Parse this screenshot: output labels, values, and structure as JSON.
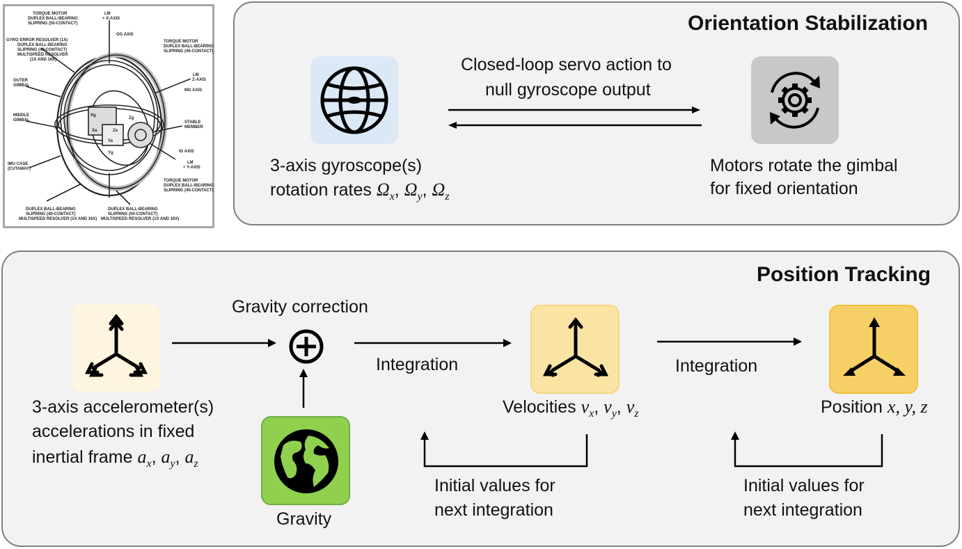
{
  "imu_image": {
    "labels": [
      "TORQUE MOTOR",
      "DUPLEX BALL-BEARING",
      "SLIPRING (50-CONTACT)",
      "LM",
      "+ X-AXIS",
      "OG AXIS",
      "GYRO ERROR RESOLVER (1X)",
      "DUPLEX BALL-BEARING",
      "SLIPRING (40-CONTACT)",
      "MULTISPEED RESOLVER",
      "(1X AND 16X)",
      "OUTER GIMBAL",
      "MIDDLE GIMBAL",
      "IMU CASE (CUTAWAY)",
      "TORQUE MOTOR",
      "DUPLEX BALL-BEARING",
      "SLIPRING (40-CONTACT)",
      "LM",
      "+ Z-AXIS",
      "MG AXIS",
      "STABLE MEMBER",
      "IG AXIS",
      "LM",
      "+ Y-AXIS",
      "TORQUE MOTOR",
      "DUPLEX BALL-BEARING",
      "SLIPRING (40-CONTACT)",
      "DUPLEX BALL-BEARING",
      "SLIPRING (40-CONTACT)",
      "MULTISPEED RESOLVER (1X AND 16X)",
      "DUPLEX BALL-BEARING",
      "SLIPRING (50-CONTACT)",
      "MULTISPEED RESOLVER (1X AND 16X)",
      "Xg",
      "Yg",
      "Zg",
      "Xa",
      "Ya",
      "Za"
    ]
  },
  "orientation": {
    "title": "Orientation Stabilization",
    "gyro_label_1": "3-axis gyroscope(s)",
    "gyro_label_2": "rotation rates",
    "omega": "Ω",
    "sub_x": "x",
    "sub_y": "y",
    "sub_z": "z",
    "servo_line_1": "Closed-loop servo action to",
    "servo_line_2": "null gyroscope output",
    "motor_line_1": "Motors rotate the gimbal",
    "motor_line_2": "for fixed orientation",
    "gyro_icon": "globe-gyroscope-icon",
    "motor_icon": "gear-rotate-icon"
  },
  "position": {
    "title": "Position Tracking",
    "accel_line_1": "3-axis accelerometer(s)",
    "accel_line_2": "accelerations in fixed",
    "accel_line_3": "inertial frame",
    "a": "a",
    "gravity_correction": "Gravity correction",
    "gravity": "Gravity",
    "integration_1": "Integration",
    "integration_2": "Integration",
    "velocities": "Velocities",
    "v": "v",
    "position_label": "Position",
    "xyz": "x, y, z",
    "initial_1_line_1": "Initial values for",
    "initial_1_line_2": "next integration",
    "initial_2_line_1": "Initial values for",
    "initial_2_line_2": "next integration",
    "sub_x": "x",
    "sub_y": "y",
    "sub_z": "z",
    "sum_symbol": "⊕",
    "accel_icon": "triple-axis-arrows-icon",
    "gravity_icon": "earth-icon"
  },
  "colors": {
    "gyro_box": "#dbe8f5",
    "motor_box": "#c8c8c8",
    "accel_box": "#fdf5e0",
    "velocity_box": "#fae4a3",
    "position_box": "#f6cf65",
    "gravity_box": "#8fd14f"
  }
}
